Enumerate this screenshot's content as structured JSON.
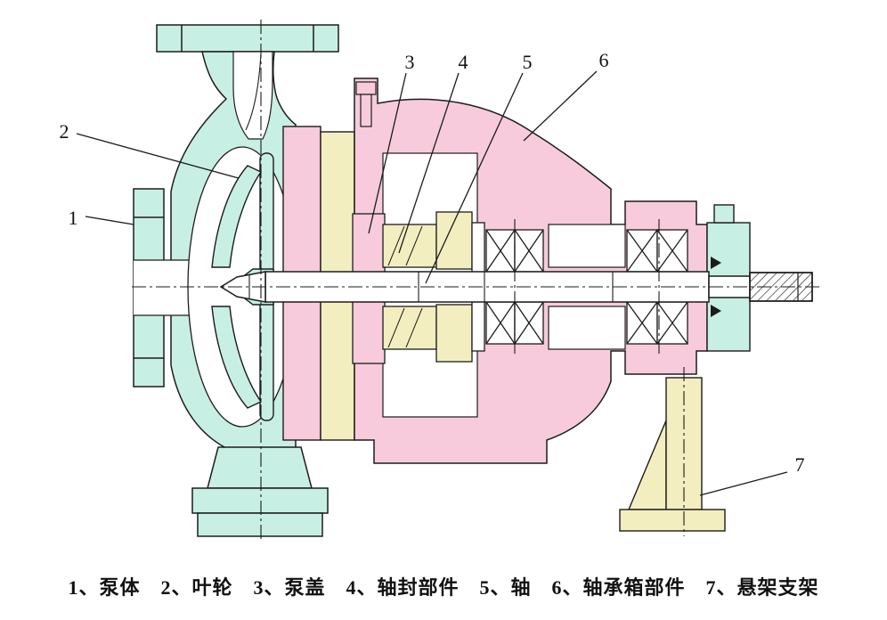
{
  "diagram": {
    "caption": "1、泵体　2、叶轮　3、泵盖　4、轴封部件　5、轴　6、轴承箱部件　7、悬架支架",
    "labels": [
      {
        "num": "1",
        "part": "泵体"
      },
      {
        "num": "2",
        "part": "叶轮"
      },
      {
        "num": "3",
        "part": "泵盖"
      },
      {
        "num": "4",
        "part": "轴封部件"
      },
      {
        "num": "5",
        "part": "轴"
      },
      {
        "num": "6",
        "part": "轴承箱部件"
      },
      {
        "num": "7",
        "part": "悬架支架"
      }
    ],
    "colors": {
      "pump_body_cyan": "#c8efe3",
      "cover_pink": "#f7cbdb",
      "seal_yellow": "#f3eec0",
      "outline": "#1c1c1c",
      "background": "#ffffff"
    }
  }
}
